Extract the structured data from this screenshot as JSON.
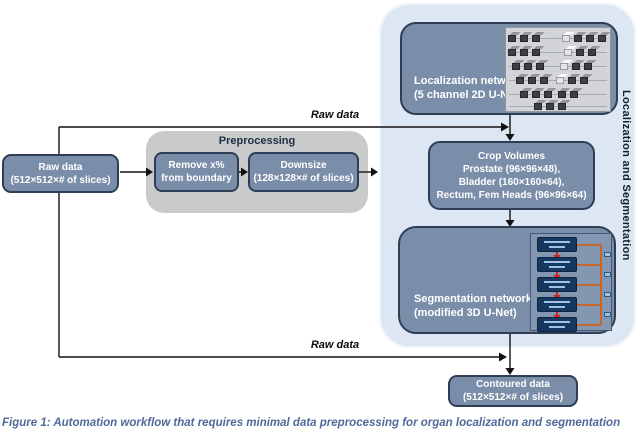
{
  "caption": "Figure 1: Automation workflow that requires minimal data preprocessing for organ localization and segmentation",
  "panel": {
    "side_label": "Localization and Segmentation"
  },
  "preprocessing": {
    "title": "Preprocessing"
  },
  "nodes": {
    "raw_data": {
      "lines": [
        "Raw data",
        "(512×512×# of slices)"
      ]
    },
    "remove": {
      "lines": [
        "Remove x%",
        "from boundary"
      ]
    },
    "downsize": {
      "lines": [
        "Downsize",
        "(128×128×# of slices)"
      ]
    },
    "localization": {
      "lines": [
        "Localization network",
        "(5 channel 2D U-Net)"
      ]
    },
    "crop": {
      "lines": [
        "Crop Volumes",
        "Prostate (96×96×48),",
        "Bladder (160×160×64),",
        "Rectum, Fem Heads (96×96×64)"
      ]
    },
    "segmentation": {
      "lines": [
        "Segmentation network",
        "(modified 3D U-Net)"
      ]
    },
    "contoured": {
      "lines": [
        "Contoured data",
        "(512×512×# of slices)"
      ]
    }
  },
  "edge_labels": {
    "raw_top": "Raw data",
    "raw_bottom": "Raw data"
  },
  "colors": {
    "box_fill": "#7a8ea9",
    "box_border": "#2f3e55",
    "panel_blue": "#dde6f3",
    "panel_gray": "#c9cacc",
    "navy_text": "#1f2d45",
    "caption_blue": "#4f6a99",
    "red_connector": "#cc2222",
    "orange_connector": "#c8662a"
  }
}
